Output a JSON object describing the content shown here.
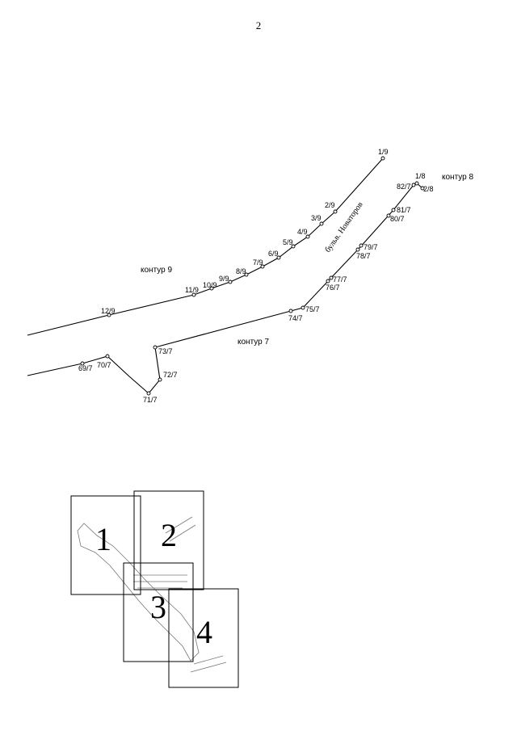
{
  "page_number": "2",
  "street_name": "бульв. Новаторов",
  "contours": [
    {
      "name": "контур 9",
      "points": [
        "1/9",
        "2/9",
        "3/9",
        "4/9",
        "5/9",
        "6/9",
        "7/9",
        "8/9",
        "9/9",
        "10/9",
        "11/9",
        "12/9"
      ]
    },
    {
      "name": "контур 8",
      "points": [
        "1/8",
        "2/8"
      ]
    },
    {
      "name": "контур 7",
      "points": [
        "82/7",
        "81/7",
        "80/7",
        "79/7",
        "78/7",
        "77/7",
        "76/7",
        "75/7",
        "74/7",
        "73/7",
        "72/7",
        "71/7",
        "70/7",
        "69/7"
      ]
    }
  ],
  "sheet_index": [
    "1",
    "2",
    "3",
    "4"
  ]
}
